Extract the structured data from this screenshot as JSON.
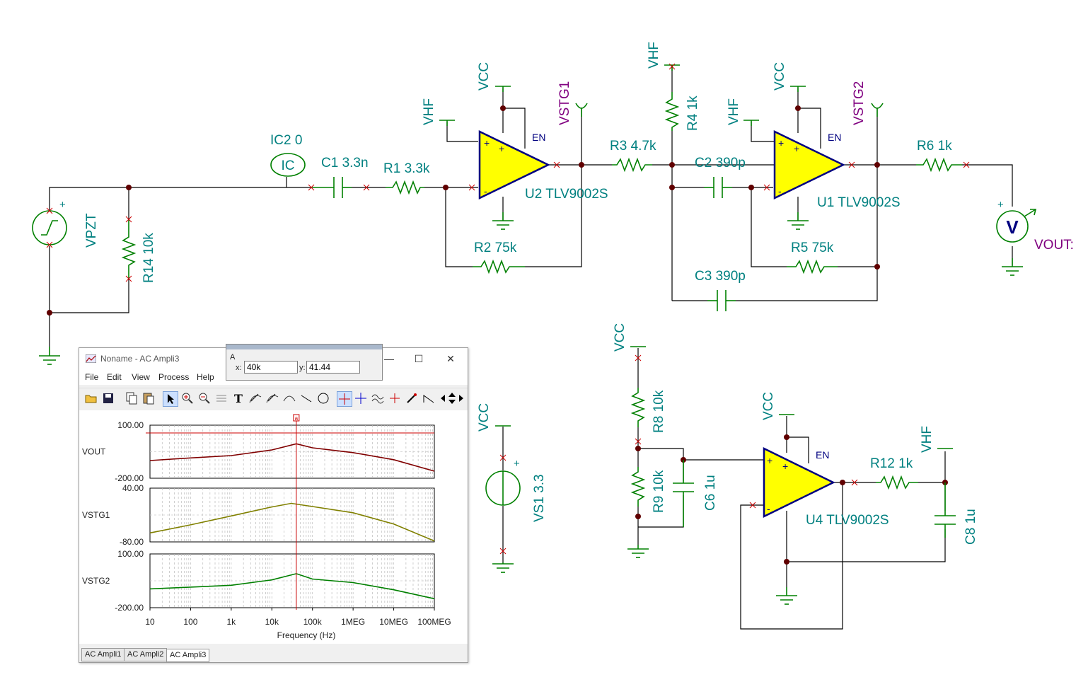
{
  "schematic": {
    "sources": {
      "vpzt": "VPZT",
      "vs1": "VS1 3.3",
      "vout_meter": "VOUT:",
      "meter_symbol": "V"
    },
    "probe": {
      "name": "IC2 0",
      "symbol": "IC"
    },
    "nets": {
      "vcc": "VCC",
      "vhf": "VHF",
      "vstg1": "VSTG1",
      "vstg2": "VSTG2"
    },
    "resistors": {
      "r14": "R14 10k",
      "r1": "R1 3.3k",
      "r2": "R2 75k",
      "r3": "R3 4.7k",
      "r4": "R4 1k",
      "r5": "R5 75k",
      "r6": "R6 1k",
      "r8": "R8 10k",
      "r9": "R9 10k",
      "r12": "R12 1k"
    },
    "capacitors": {
      "c1": "C1 3.3n",
      "c2": "C2 390p",
      "c3": "C3 390p",
      "c6": "C6 1u",
      "c8": "C8 1u"
    },
    "opamps": {
      "u2": "U2 TLV9002S",
      "u1": "U1 TLV9002S",
      "u4": "U4 TLV9002S",
      "en": "EN",
      "plus": "+",
      "minus": "-"
    }
  },
  "window": {
    "title": "Noname - AC Ampli3",
    "menu": [
      "File",
      "Edit",
      "View",
      "Process",
      "Help"
    ],
    "tabs": [
      "AC Ampli1",
      "AC Ampli2",
      "AC Ampli3"
    ],
    "active_tab": "AC Ampli3",
    "buttons": {
      "minimize": "—",
      "maximize": "☐",
      "close": "✕"
    }
  },
  "cursor": {
    "name": "A",
    "x_label": "x:",
    "x_value": "40k",
    "y_label": "y:",
    "y_value": "41.44",
    "marker": "a"
  },
  "chart_data": {
    "type": "line",
    "xscale": "log",
    "xlim": [
      10,
      100000000
    ],
    "xlabel": "Frequency (Hz)",
    "xticks": [
      "10",
      "100",
      "1k",
      "10k",
      "100k",
      "1MEG",
      "10MEG",
      "100MEG"
    ],
    "cursor_x": 40000,
    "grid": true,
    "panels": [
      {
        "name": "VOUT",
        "color": "#800000",
        "ylim": [
          -200,
          100
        ],
        "yticks": [
          "100.00",
          "-200.00"
        ],
        "x": [
          10,
          100,
          1000,
          10000,
          40000,
          100000,
          1000000,
          10000000,
          100000000
        ],
        "y": [
          -100,
          -85,
          -72,
          -40,
          -5,
          -28,
          -55,
          -95,
          -160
        ]
      },
      {
        "name": "VSTG1",
        "color": "#808000",
        "ylim": [
          -80,
          40
        ],
        "yticks": [
          "40.00",
          "-80.00"
        ],
        "x": [
          10,
          100,
          1000,
          10000,
          30000,
          100000,
          1000000,
          10000000,
          100000000
        ],
        "y": [
          -60,
          -42,
          -22,
          -2,
          6,
          -1,
          -15,
          -40,
          -78
        ]
      },
      {
        "name": "VSTG2",
        "color": "#008000",
        "ylim": [
          -200,
          100
        ],
        "yticks": [
          "100.00",
          "-200.00"
        ],
        "x": [
          10,
          100,
          1000,
          10000,
          40000,
          100000,
          1000000,
          10000000,
          100000000
        ],
        "y": [
          -95,
          -85,
          -75,
          -45,
          -10,
          -40,
          -60,
          -100,
          -150
        ]
      }
    ]
  }
}
